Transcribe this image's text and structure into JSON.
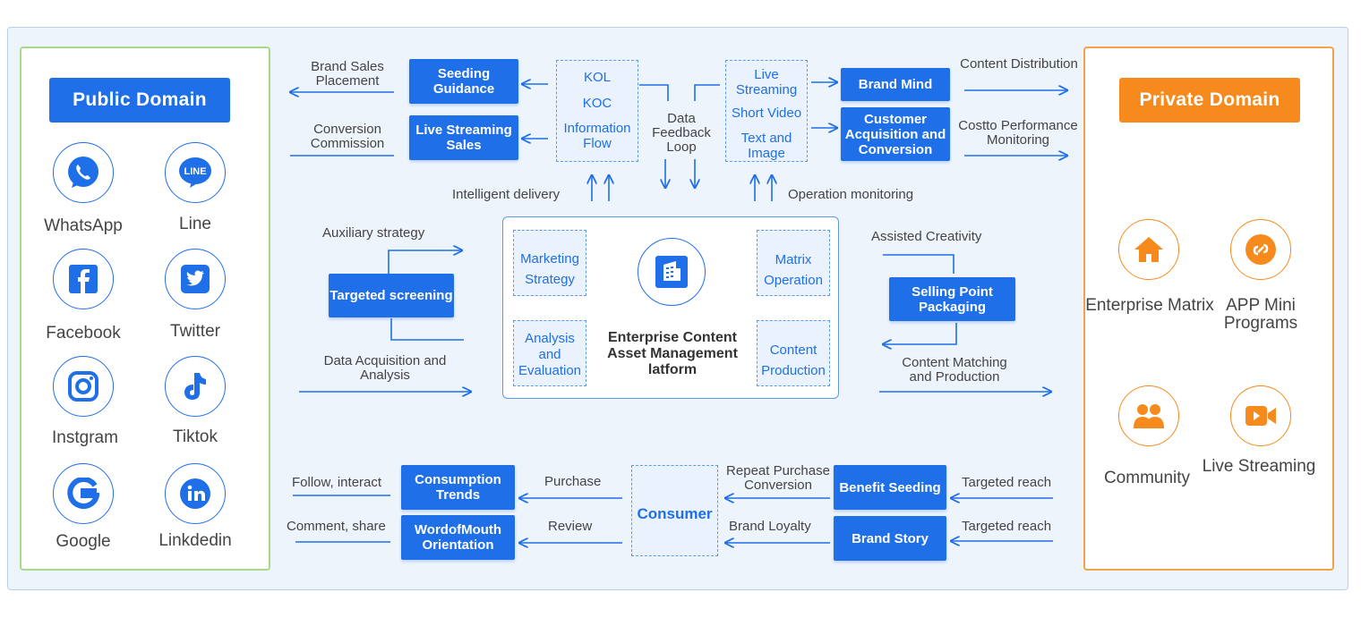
{
  "public_domain": {
    "title": "Public Domain",
    "apps": [
      {
        "label": "WhatsApp",
        "icon": "whatsapp-icon"
      },
      {
        "label": "Line",
        "icon": "line-icon"
      },
      {
        "label": "Facebook",
        "icon": "facebook-icon"
      },
      {
        "label": "Twitter",
        "icon": "twitter-icon"
      },
      {
        "label": "Instgram",
        "icon": "instagram-icon"
      },
      {
        "label": "Tiktok",
        "icon": "tiktok-icon"
      },
      {
        "label": "Google",
        "icon": "google-icon"
      },
      {
        "label": "Linkdedin",
        "icon": "linkedin-icon"
      }
    ]
  },
  "private_domain": {
    "title": "Private Domain",
    "items": [
      {
        "label": "Enterprise Matrix",
        "icon": "house-icon"
      },
      {
        "label": "APP Mini Programs",
        "icon": "link-icon"
      },
      {
        "label": "Community",
        "icon": "people-icon"
      },
      {
        "label": "Live Streaming",
        "icon": "video-camera-icon"
      }
    ]
  },
  "top": {
    "brand_sales_placement": "Brand Sales Placement",
    "conversion_commission": "Conversion Commission",
    "seeding_guidance": "Seeding Guidance",
    "live_streaming_sales": "Live Streaming Sales",
    "channels": [
      "KOL",
      "KOC",
      "Information Flow"
    ],
    "data_feedback_loop": "Data Feedback Loop",
    "formats": [
      "Live Streaming",
      "Short Video",
      "Text and Image"
    ],
    "brand_mind": "Brand Mind",
    "customer_acquisition": "Customer Acquisition and Conversion",
    "content_distribution": "Content Distribution",
    "cost_performance": "Costto Performance Monitoring",
    "intelligent_delivery": "Intelligent delivery",
    "operation_monitoring": "Operation monitoring"
  },
  "middle": {
    "auxiliary_strategy": "Auxiliary strategy",
    "targeted_screening": "Targeted screening",
    "data_acquisition": "Data Acquisition and Analysis",
    "assisted_creativity": "Assisted Creativity",
    "selling_point_packaging": "Selling Point Packaging",
    "content_matching": "Content Matching and Production",
    "platform": {
      "title": "Enterprise Content Asset Management latform",
      "modules": [
        "Marketing Strategy",
        "Matrix Operation",
        "Analysis and Evaluation",
        "Content Production"
      ]
    }
  },
  "bottom": {
    "follow_interact": "Follow, interact",
    "comment_share": "Comment, share",
    "consumption_trends": "Consumption Trends",
    "wordofmouth": "WordofMouth Orientation",
    "purchase": "Purchase",
    "review": "Review",
    "consumer": "Consumer",
    "repeat_purchase": "Repeat Purchase Conversion",
    "brand_loyalty": "Brand Loyalty",
    "benefit_seeding": "Benefit Seeding",
    "brand_story": "Brand Story",
    "targeted_reach_1": "Targeted reach",
    "targeted_reach_2": "Targeted reach"
  },
  "colors": {
    "blue": "#1f6fe8",
    "orange": "#f68a1c",
    "green_border": "#a7d98a"
  }
}
